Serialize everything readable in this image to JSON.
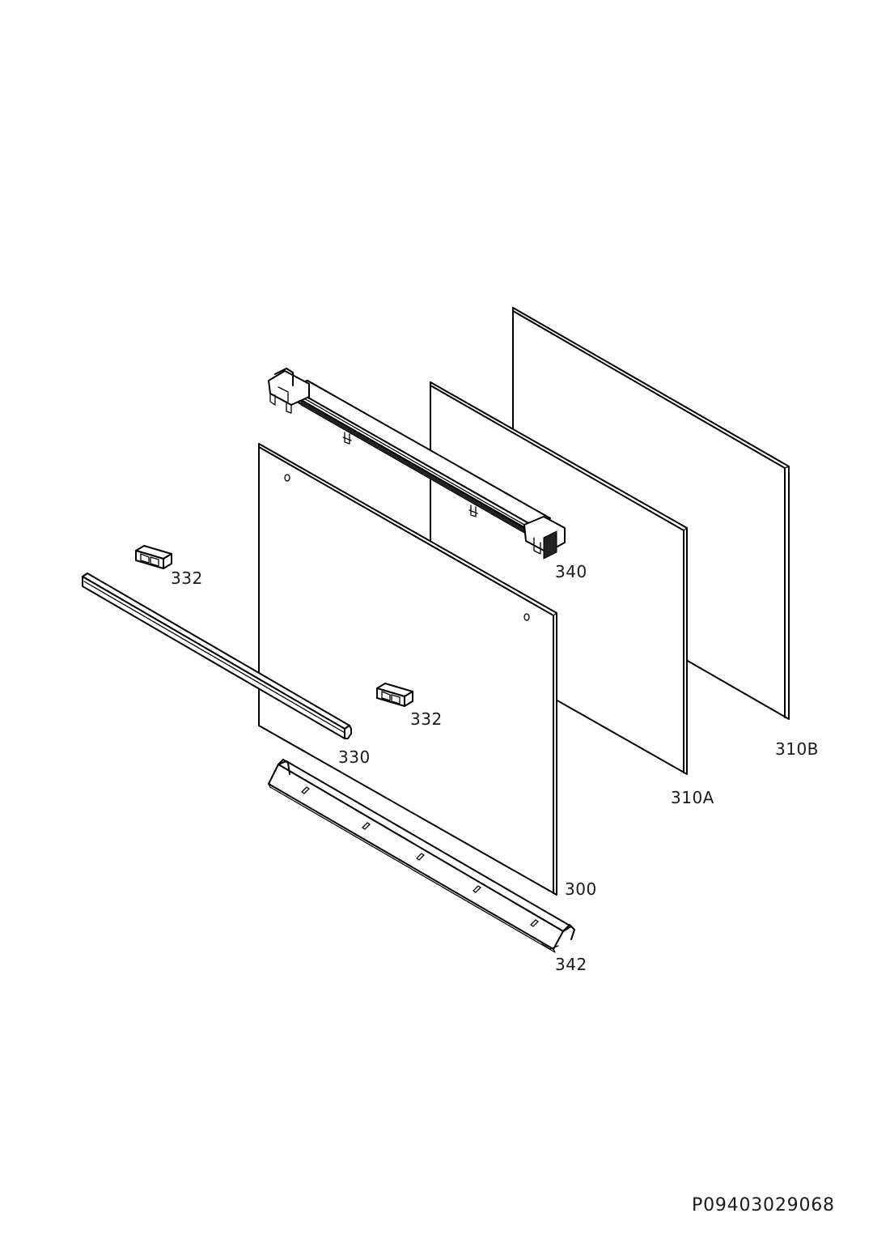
{
  "diagram": {
    "document_id": "P09403029068",
    "part_labels": {
      "p310B": "310B",
      "p310A": "310A",
      "p340": "340",
      "p332_top": "332",
      "p332_mid": "332",
      "p330": "330",
      "p300": "300",
      "p342": "342"
    }
  }
}
